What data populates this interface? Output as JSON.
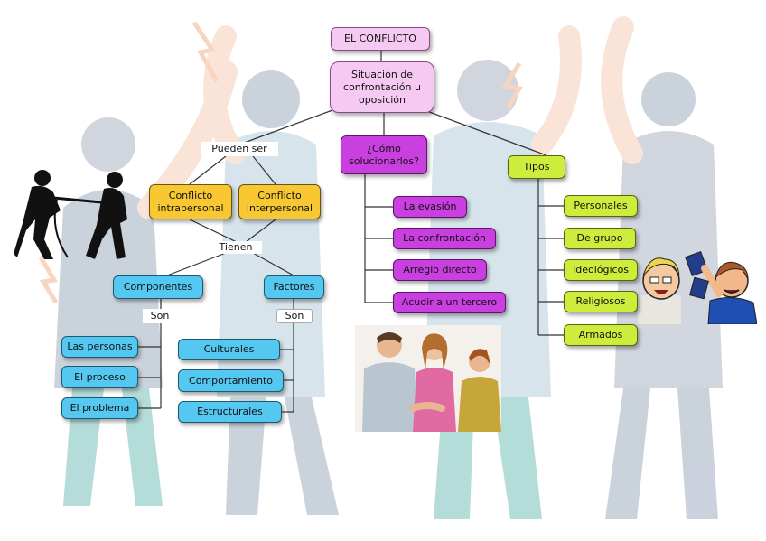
{
  "diagram": {
    "root": "EL CONFLICTO",
    "definition": "Situación de confrontación u oposición",
    "left_link": "Pueden ser",
    "types_by_party": [
      "Conflicto intrapersonal",
      "Conflicto interpersonal"
    ],
    "have_link": "Tienen",
    "components": {
      "title": "Componentes",
      "link": "Son",
      "items": [
        "Las personas",
        "El proceso",
        "El problema"
      ]
    },
    "factors": {
      "title": "Factores",
      "link": "Son",
      "items": [
        "Culturales",
        "Comportamiento",
        "Estructurales"
      ]
    },
    "solutions": {
      "title": "¿Cómo solucionarlos?",
      "items": [
        "La evasión",
        "La confrontación",
        "Arreglo directo",
        "Acudir a un tercero"
      ]
    },
    "kinds": {
      "title": "Tipos",
      "items": [
        "Personales",
        "De grupo",
        "Ideológicos",
        "Religiosos",
        "Armados"
      ]
    }
  },
  "colors": {
    "pink": "#f6c9f3",
    "purple": "#c93fe0",
    "yellow": "#f7c832",
    "green": "#cdec3c",
    "blue": "#54c8f0",
    "background_figures": "#c9ced8",
    "background_accent": "#f5c9a8"
  },
  "illustrations": [
    "tug-of-war-silhouette",
    "handshake-people",
    "arguing-cartoon-men"
  ]
}
